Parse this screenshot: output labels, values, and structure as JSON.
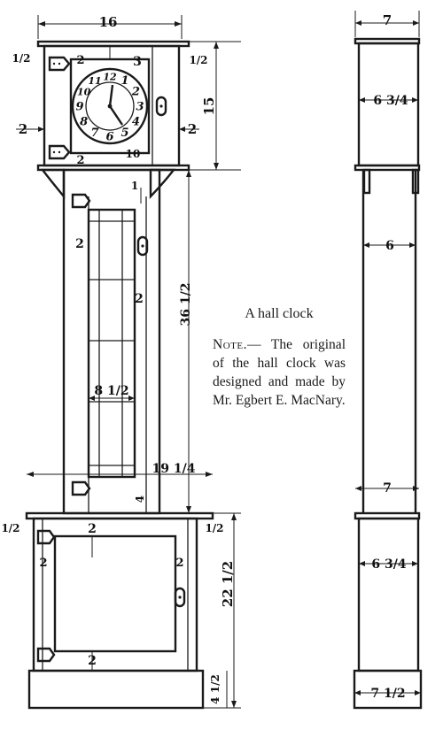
{
  "caption": {
    "title": "A hall clock",
    "note_label": "Note.",
    "note_text": "— The original of the hall clock was designed and made by Mr. Egbert E. MacNary."
  },
  "front_view": {
    "top_width": "16",
    "top_ledge": "1/2",
    "rail_top": "2",
    "rail_top_right": "3",
    "ledge_right": "1/2",
    "head_height": "15",
    "side_stile_left": "2",
    "side_stile_right": "2",
    "rail_bottom": "2",
    "rail_bottom_right": "10",
    "waist_gap": "1",
    "waist_stile": "2",
    "waist_stile_inner": "2",
    "waist_height": "36 1/2",
    "door_width": "8 1/2",
    "base_width": "19 1/4",
    "waist_bottom": "4",
    "base_ledge_left": "1/2",
    "base_ledge_right": "1/2",
    "base_rail_top": "2",
    "base_stile_left": "2",
    "base_stile_right": "2",
    "base_rail_bottom": "2",
    "base_height": "22 1/2",
    "plinth_height": "4 1/2"
  },
  "clock_face": {
    "numerals": [
      "12",
      "1",
      "2",
      "3",
      "4",
      "5",
      "6",
      "7",
      "8",
      "9",
      "10",
      "11"
    ]
  },
  "side_view": {
    "top_depth": "7",
    "head_depth": "6 3/4",
    "waist_depth": "6",
    "base_top_depth": "7",
    "base_depth": "6 3/4",
    "plinth_depth": "7 1/2"
  }
}
